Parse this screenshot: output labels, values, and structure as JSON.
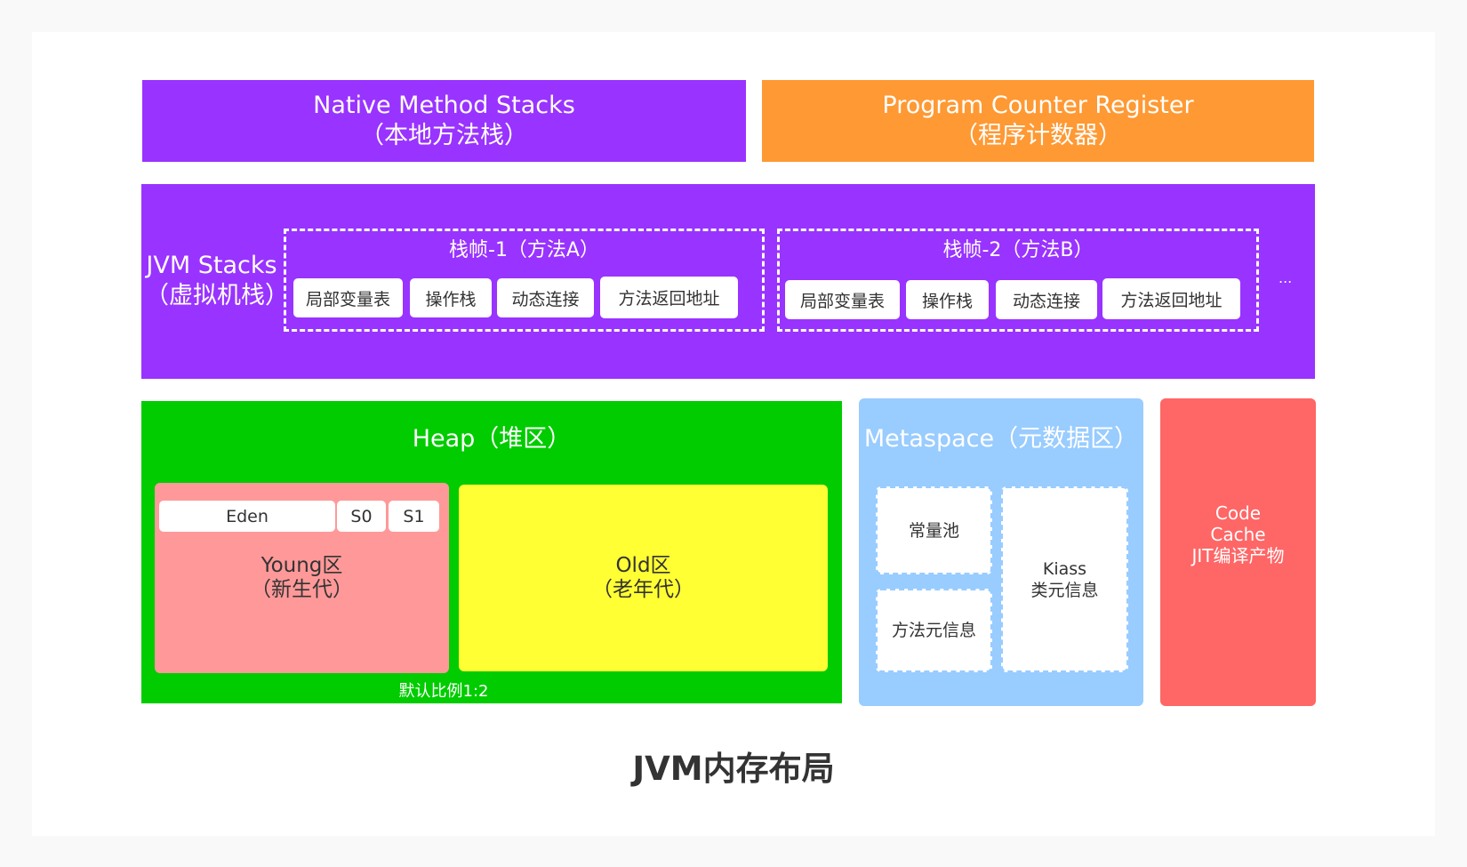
{
  "native": {
    "line1": "Native Method Stacks",
    "line2": "（本地方法栈）"
  },
  "pc": {
    "line1": "Program Counter Register",
    "line2": "（程序计数器）"
  },
  "jvm_stacks": {
    "line1": "JVM Stacks",
    "line2": "（虚拟机栈）",
    "frames": [
      {
        "title": "栈帧-1（方法A）",
        "items": [
          "局部变量表",
          "操作栈",
          "动态连接",
          "方法返回地址"
        ]
      },
      {
        "title": "栈帧-2（方法B）",
        "items": [
          "局部变量表",
          "操作栈",
          "动态连接",
          "方法返回地址"
        ]
      }
    ],
    "ellipsis": "..."
  },
  "heap": {
    "title": "Heap（堆区）",
    "young": {
      "eden": "Eden",
      "s0": "S0",
      "s1": "S1",
      "line1": "Young区",
      "line2": "（新生代）"
    },
    "old": {
      "line1": "Old区",
      "line2": "（老年代）"
    },
    "ratio": "默认比例1:2"
  },
  "metaspace": {
    "title": "Metaspace（元数据区）",
    "constant_pool": "常量池",
    "method_meta": "方法元信息",
    "klass_line1": "Kiass",
    "klass_line2": "类元信息"
  },
  "code_cache": {
    "line1": "Code",
    "line2": "Cache",
    "line3": "JIT编译产物"
  },
  "title": "JVM内存布局",
  "colors": {
    "purple": "#9933ff",
    "orange": "#ff9933",
    "green": "#00cc00",
    "young": "#ff9999",
    "old": "#ffff33",
    "metaspace": "#99ccff",
    "code_cache": "#ff6666"
  }
}
